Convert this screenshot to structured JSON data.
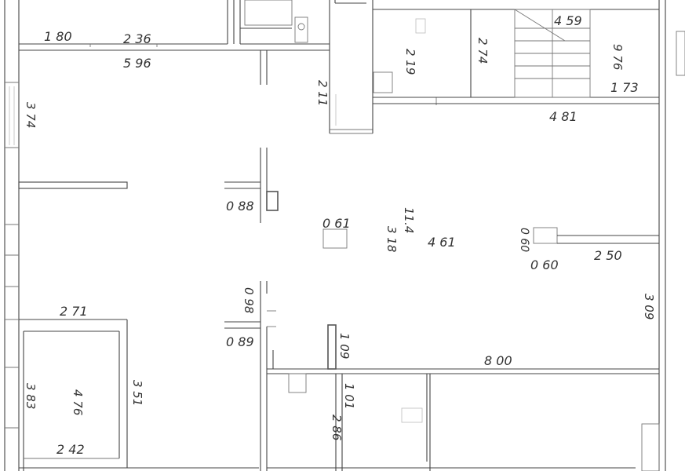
{
  "dimensions": [
    {
      "id": "d180",
      "text": "1 80"
    },
    {
      "id": "d236",
      "text": "2 36"
    },
    {
      "id": "d596",
      "text": "5 96"
    },
    {
      "id": "d374",
      "text": "3 74"
    },
    {
      "id": "d211",
      "text": "2 11"
    },
    {
      "id": "d219",
      "text": "2 19"
    },
    {
      "id": "d274",
      "text": "2 74"
    },
    {
      "id": "d459",
      "text": "4 59"
    },
    {
      "id": "d976",
      "text": "9 76"
    },
    {
      "id": "d173",
      "text": "1 73"
    },
    {
      "id": "d481",
      "text": "4 81"
    },
    {
      "id": "d088",
      "text": "0 88"
    },
    {
      "id": "d061",
      "text": "0 61"
    },
    {
      "id": "d114",
      "text": "11.4"
    },
    {
      "id": "d318",
      "text": "3 18"
    },
    {
      "id": "d461",
      "text": "4 61"
    },
    {
      "id": "d060v",
      "text": "0 60"
    },
    {
      "id": "d060",
      "text": "0 60"
    },
    {
      "id": "d250",
      "text": "2 50"
    },
    {
      "id": "d271",
      "text": "2 71"
    },
    {
      "id": "d098",
      "text": "0 98"
    },
    {
      "id": "d089",
      "text": "0 89"
    },
    {
      "id": "d109",
      "text": "1 09"
    },
    {
      "id": "d800",
      "text": "8 00"
    },
    {
      "id": "d309",
      "text": "3 09"
    },
    {
      "id": "d383",
      "text": "3 83"
    },
    {
      "id": "d476",
      "text": "4 76"
    },
    {
      "id": "d351",
      "text": "3 51"
    },
    {
      "id": "d242",
      "text": "2 42"
    },
    {
      "id": "d101",
      "text": "1 01"
    },
    {
      "id": "d286",
      "text": "2 86"
    }
  ]
}
